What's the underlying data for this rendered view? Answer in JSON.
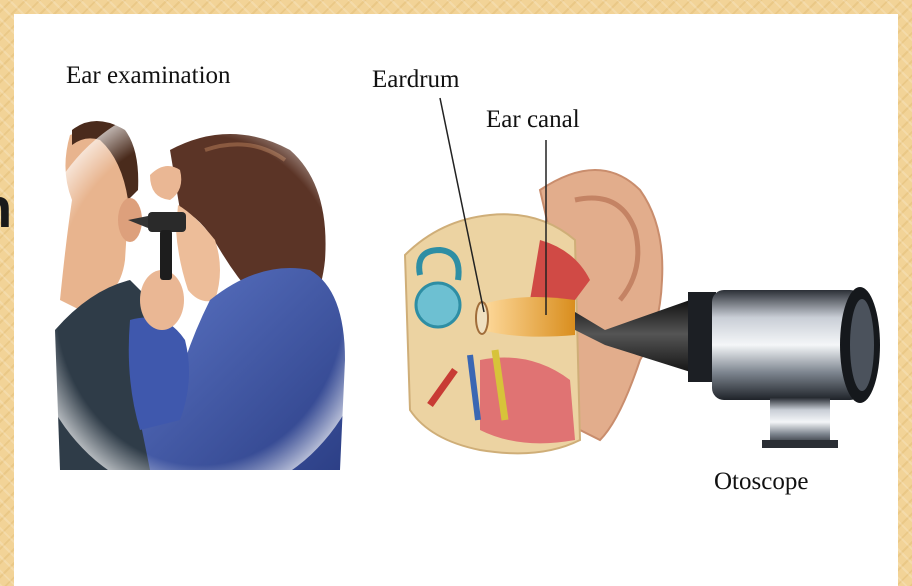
{
  "labels": {
    "ear_examination": "Ear examination",
    "eardrum": "Eardrum",
    "ear_canal": "Ear canal",
    "otoscope": "Otoscope"
  },
  "edge_letter": "n",
  "colors": {
    "slide_border": "#f2d397",
    "skin": "#e6b48f",
    "hair": "#5a3324",
    "sweater": "#3d56a6",
    "shirt": "#2e3a46",
    "ear_canal": "#e5a83a",
    "bone": "#eccf9a",
    "inner_ear": "#4fb3c9",
    "otoscope_metal": "#6c7480"
  }
}
